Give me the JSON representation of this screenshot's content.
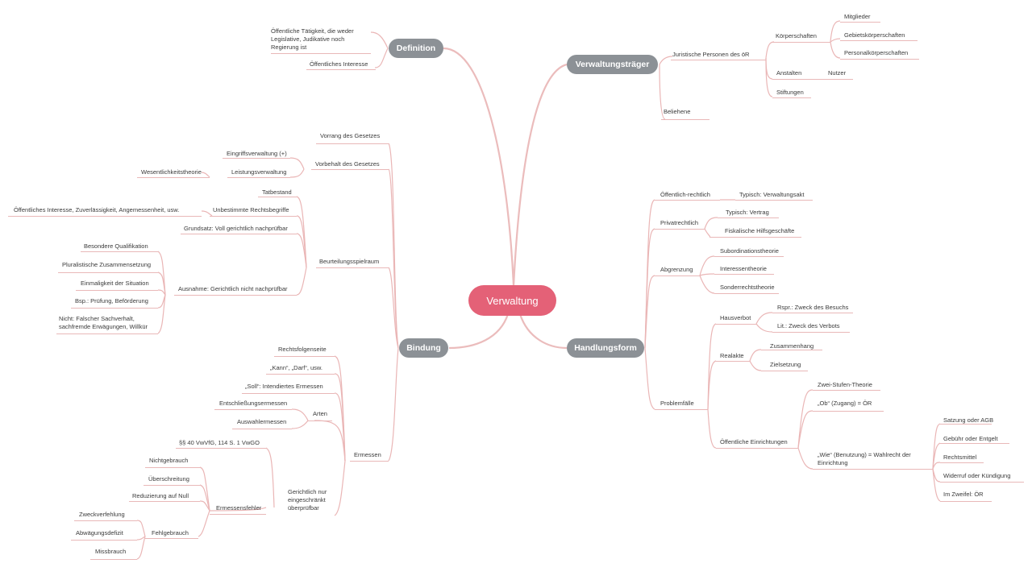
{
  "central": "Verwaltung",
  "branches": {
    "definition": {
      "label": "Definition",
      "items": [
        "Öffentliche Tätigkeit, die weder Legislative, Judikative noch Regierung ist",
        "Öffentliches Interesse"
      ]
    },
    "verwaltungstraeger": {
      "label": "Verwaltungsträger",
      "juristische": "Juristische Personen des öR",
      "koerperschaften": "Körperschaften",
      "mitglieder": "Mitglieder",
      "gebiet": "Gebietskörperschaften",
      "personal": "Personalkörperschaften",
      "anstalten": "Anstalten",
      "nutzer": "Nutzer",
      "stiftungen": "Stiftungen",
      "beliehene": "Beliehene"
    },
    "bindung": {
      "label": "Bindung",
      "vorrang": "Vorrang des Gesetzes",
      "vorbehalt": "Vorbehalt des Gesetzes",
      "eingriff": "Eingriffsverwaltung (+)",
      "leistung": "Leistungsverwaltung",
      "wesentlichkeit": "Wesentlichkeitstheorie",
      "beurteilung": "Beurteilungsspielraum",
      "tatbestand": "Tatbestand",
      "unbestimmt": "Unbestimmte Rechtsbegriffe",
      "oeff_interesse": "Öffentliches Interesse, Zuverlässigkeit, Angemessenheit, usw.",
      "grundsatz": "Grundsatz: Voll gerichtlich nachprüfbar",
      "ausnahme": "Ausnahme: Gerichtlich nicht nachprüfbar",
      "besondere": "Besondere Qualifikation",
      "pluralist": "Pluralistische Zusammensetzung",
      "einmalig": "Einmaligkeit der Situation",
      "bsp": "Bsp.: Prüfung, Beförderung",
      "nicht": "Nicht: Falscher Sachverhalt, sachfremde Erwägungen, Willkür",
      "ermessen": "Ermessen",
      "rechtsfolge": "Rechtsfolgenseite",
      "kann": "„Kann“, „Darf“, usw.",
      "soll": "„Soll“: Intendiertes Ermessen",
      "arten": "Arten",
      "entschliessung": "Entschließungsermessen",
      "auswahl": "Auswahlermessen",
      "paragraph": "§§ 40 VwVfG, 114 S. 1 VwGO",
      "gerichtlich": "Gerichtlich nur eingeschränkt überprüfbar",
      "fehler": "Ermessensfehler",
      "nichtgebrauch": "Nichtgebrauch",
      "ueberschreitung": "Überschreitung",
      "reduzierung": "Reduzierung auf Null",
      "fehlgebrauch": "Fehlgebrauch",
      "zweckverfehlung": "Zweckverfehlung",
      "abwaegung": "Abwägungsdefizit",
      "missbrauch": "Missbrauch"
    },
    "handlungsform": {
      "label": "Handlungsform",
      "oeffentlich": "Öffentlich-rechtlich",
      "typisch_va": "Typisch: Verwaltungsakt",
      "privatrecht": "Privatrechtlich",
      "typisch_vertrag": "Typisch: Vertrag",
      "fiskalisch": "Fiskalische Hilfsgeschäfte",
      "abgrenzung": "Abgrenzung",
      "subordination": "Subordinationstheorie",
      "interessen": "Interessentheorie",
      "sonderrecht": "Sonderrechtstheorie",
      "problemfaelle": "Problemfälle",
      "hausverbot": "Hausverbot",
      "rspr": "Rspr.: Zweck des Besuchs",
      "lit": "Lit.: Zweck des Verbots",
      "realakte": "Realakte",
      "zusammenhang": "Zusammenhang",
      "zielsetzung": "Zielsetzung",
      "einrichtungen": "Öffentliche Einrichtungen",
      "zwei_stufen": "Zwei-Stufen-Theorie",
      "ob": "„Ob“ (Zugang) = ÖR",
      "wie": "„Wie“ (Benutzung) = Wahlrecht der Einrichtung",
      "satzung": "Satzung oder AGB",
      "gebuehr": "Gebühr oder Entgelt",
      "rechtsmittel": "Rechtsmittel",
      "widerruf": "Widerruf oder Kündigung",
      "zweifel": "Im Zweifel: ÖR"
    }
  },
  "colors": {
    "central": "#e46177",
    "topic": "#8c9196",
    "line": "#eab6b6",
    "text": "#3a3a3a"
  }
}
